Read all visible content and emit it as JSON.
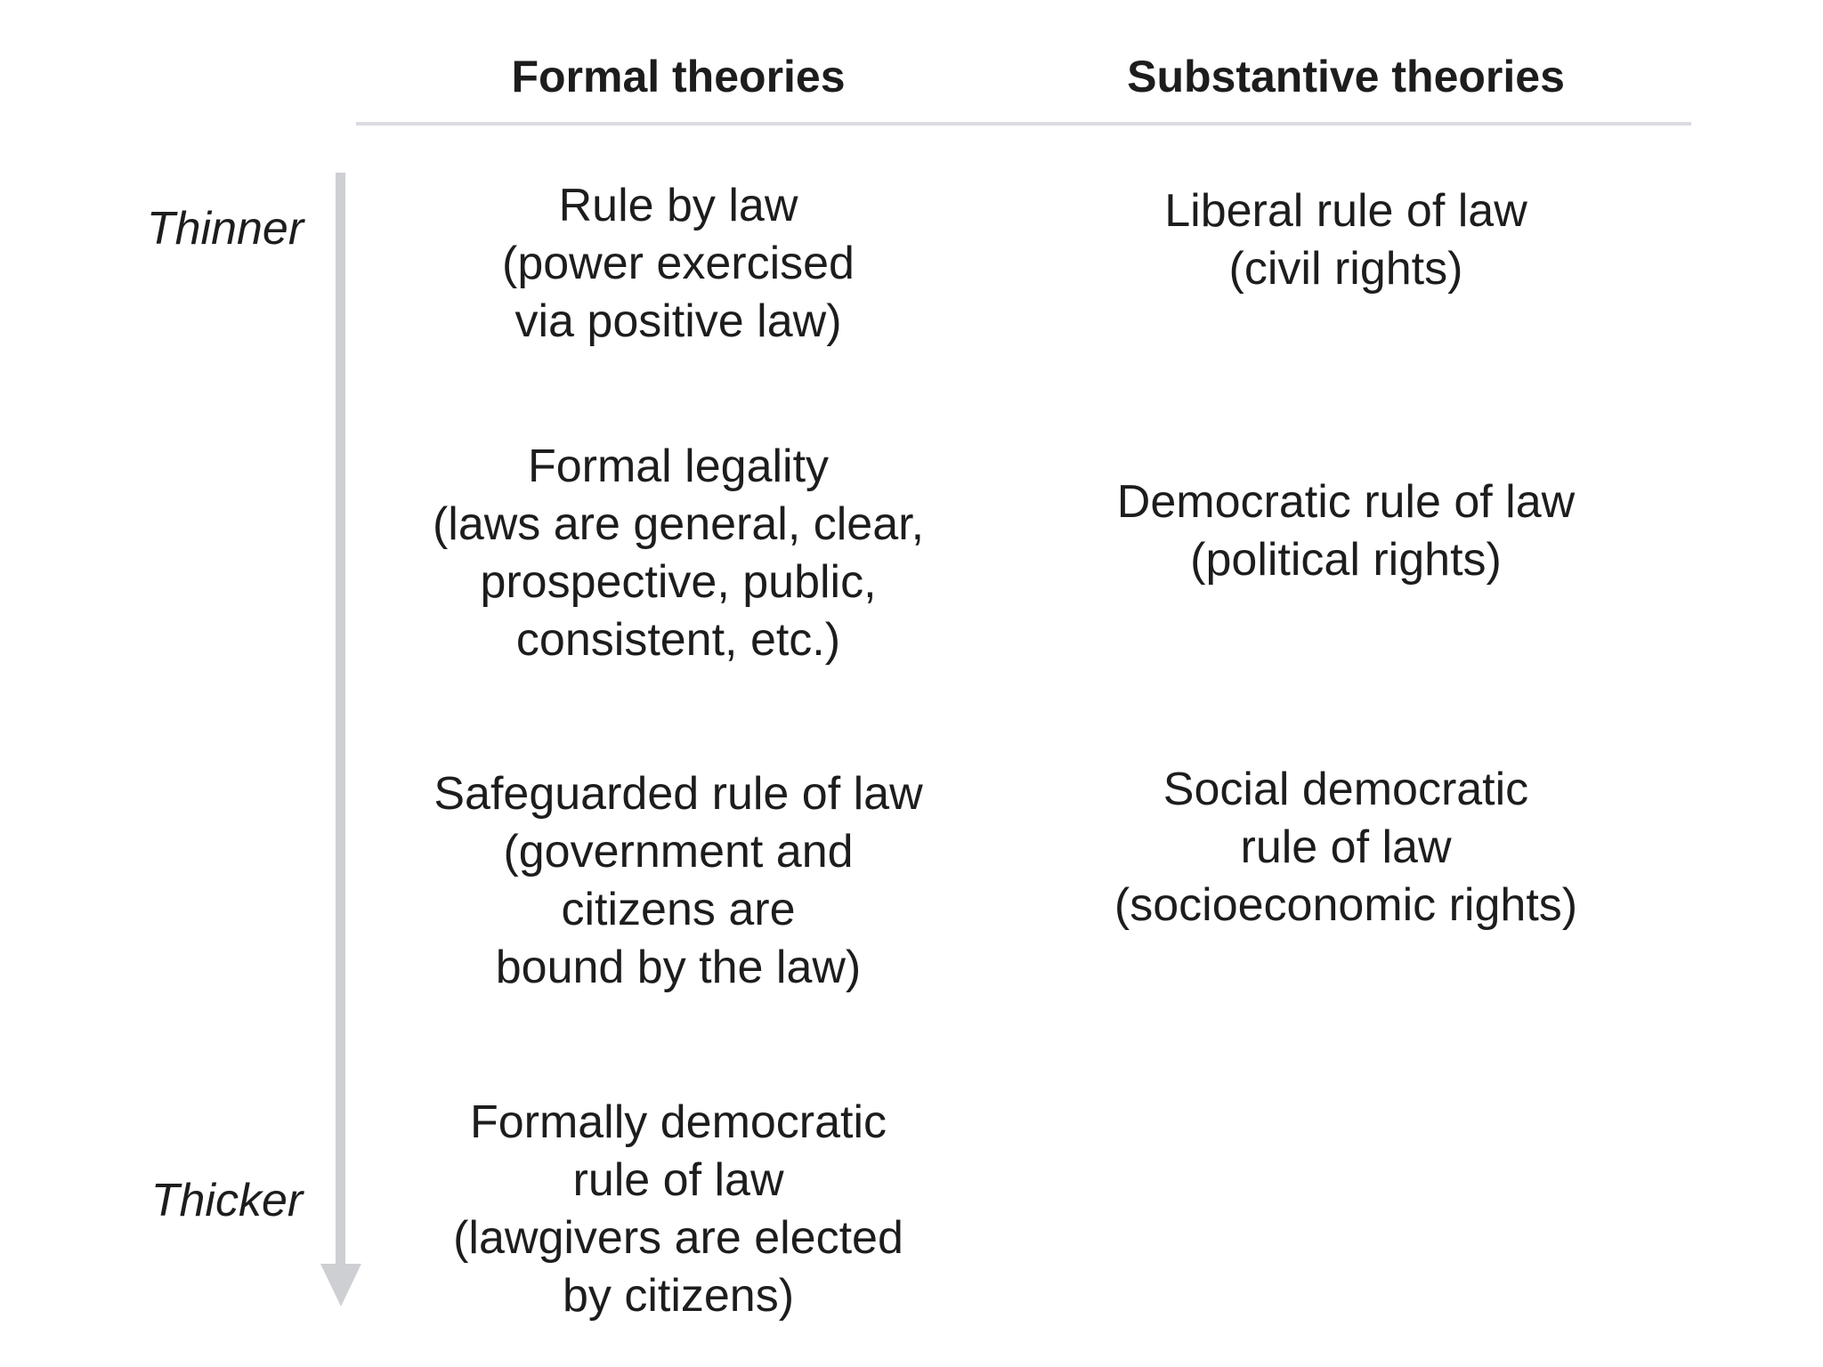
{
  "colors": {
    "background": "#ffffff",
    "text": "#1d1d1d",
    "divider": "#dbdce0",
    "arrow": "#cdcfd3"
  },
  "columns": [
    {
      "id": "formal",
      "header": "Formal theories",
      "items": [
        {
          "lines": [
            "Rule by law",
            "(power exercised",
            "via positive law)"
          ]
        },
        {
          "lines": [
            "Formal legality",
            "(laws are general, clear,",
            "prospective, public,",
            "consistent, etc.)"
          ]
        },
        {
          "lines": [
            "Safeguarded rule of law",
            "(government and",
            "citizens are",
            "bound by the law)"
          ]
        },
        {
          "lines": [
            "Formally democratic",
            "rule of law",
            "(lawgivers are elected",
            "by citizens)"
          ]
        }
      ]
    },
    {
      "id": "substantive",
      "header": "Substantive theories",
      "items": [
        {
          "lines": [
            "Liberal rule of law",
            "(civil rights)"
          ]
        },
        {
          "lines": [
            "Democratic rule of law",
            "(political rights)"
          ]
        },
        {
          "lines": [
            "Social democratic",
            "rule of law",
            "(socioeconomic rights)"
          ]
        }
      ]
    }
  ],
  "axis": {
    "top_label": "Thinner",
    "bottom_label": "Thicker"
  }
}
